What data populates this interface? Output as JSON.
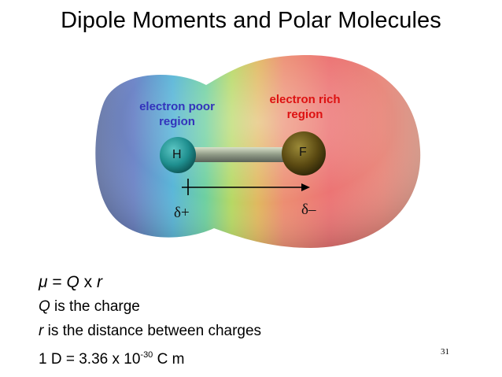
{
  "title": "Dipole Moments and Polar Molecules",
  "labels": {
    "electron_poor": "electron poor\nregion",
    "electron_rich": "electron rich\nregion"
  },
  "atoms": {
    "left": "H",
    "right": "F"
  },
  "partial_charges": {
    "left": "δ+",
    "right": "δ–"
  },
  "equations": {
    "mu_symbol": "μ",
    "eq_rest": " = ",
    "Q": "Q",
    "x": " x ",
    "r": "r",
    "q_def_var": "Q",
    "q_def_text": " is the charge",
    "r_def_var": "r",
    "r_def_text": " is the distance between charges",
    "debye_prefix": "1 D = 3.36 x 10",
    "debye_exp": "-30",
    "debye_suffix": " C m"
  },
  "slide_number": "31",
  "colors": {
    "electron_poor_label": "#3333bb",
    "electron_rich_label": "#dd1111",
    "h_atom": "#1f8f8f",
    "f_atom": "#5b4a12"
  }
}
